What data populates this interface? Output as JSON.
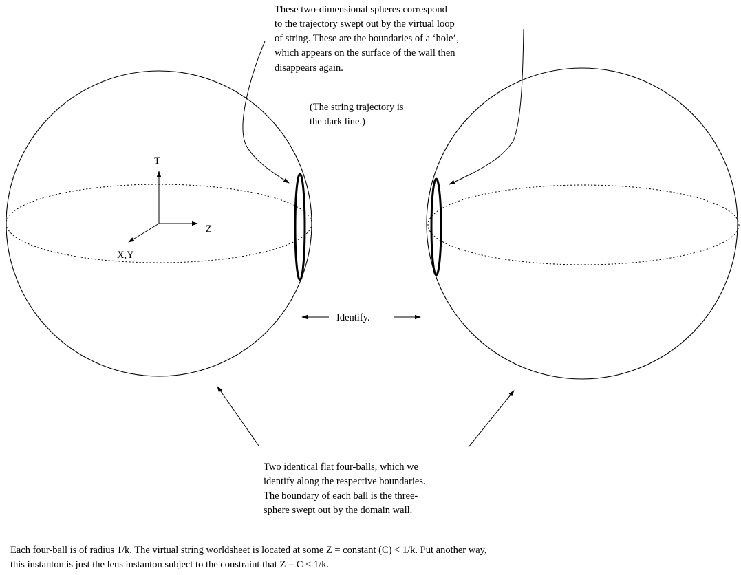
{
  "annotations": {
    "spheres_note": [
      "These two-dimensional spheres correspond",
      "to the trajectory swept out by the virtual loop",
      "of string.  These are the boundaries of a ‘hole’,",
      "which appears on the surface of the wall then",
      "disappears again."
    ],
    "trajectory_note": [
      "(The string trajectory is",
      "the dark line.)"
    ],
    "identify_label": "Identify.",
    "balls_note": [
      "Two identical flat four-balls, which we",
      "identify along the respective boundaries.",
      "The boundary of each ball is the three-",
      "sphere swept out by the domain wall."
    ]
  },
  "axes": {
    "t_label": "T",
    "z_label": "Z",
    "xy_label": "X,Y"
  },
  "caption": [
    "Each four-ball is of radius 1/k.  The virtual string worldsheet is located at some Z = constant (C) < 1/k.  Put another way,",
    "this instanton is just the lens instanton subject to the constraint that Z = C < 1/k."
  ]
}
